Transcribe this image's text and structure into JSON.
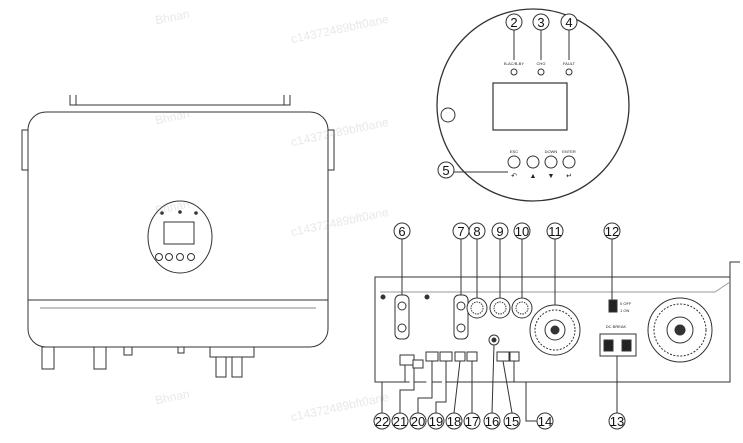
{
  "front_view": {
    "display_labels": [
      "",
      ""
    ],
    "button_count": 4
  },
  "panel_view": {
    "led_labels": [
      "B-AC/B-BY",
      "CHG",
      "FAULT"
    ],
    "button_labels": [
      "ESC",
      "",
      "DOWN",
      "ENTER"
    ],
    "callouts_top": [
      "2",
      "3",
      "4"
    ],
    "callout_left": "5",
    "callout_esc": "5"
  },
  "bottom_view": {
    "callouts_top": [
      "6",
      "7",
      "8",
      "9",
      "10",
      "11",
      "12"
    ],
    "callouts_bottom": [
      "22",
      "21",
      "20",
      "19",
      "18",
      "17",
      "16",
      "15",
      "14",
      "13"
    ],
    "breaker_label": "DC BREAK",
    "switch_labels": [
      "0 OFF",
      "1 ON"
    ]
  },
  "watermarks": [
    "Bhnan",
    "c14372489bft0ane",
    "Bhnan",
    "c14372489bft0ane",
    "Bhnan",
    "c14372489bft0ane",
    "Bhnan",
    "c14372489bft0ane"
  ]
}
